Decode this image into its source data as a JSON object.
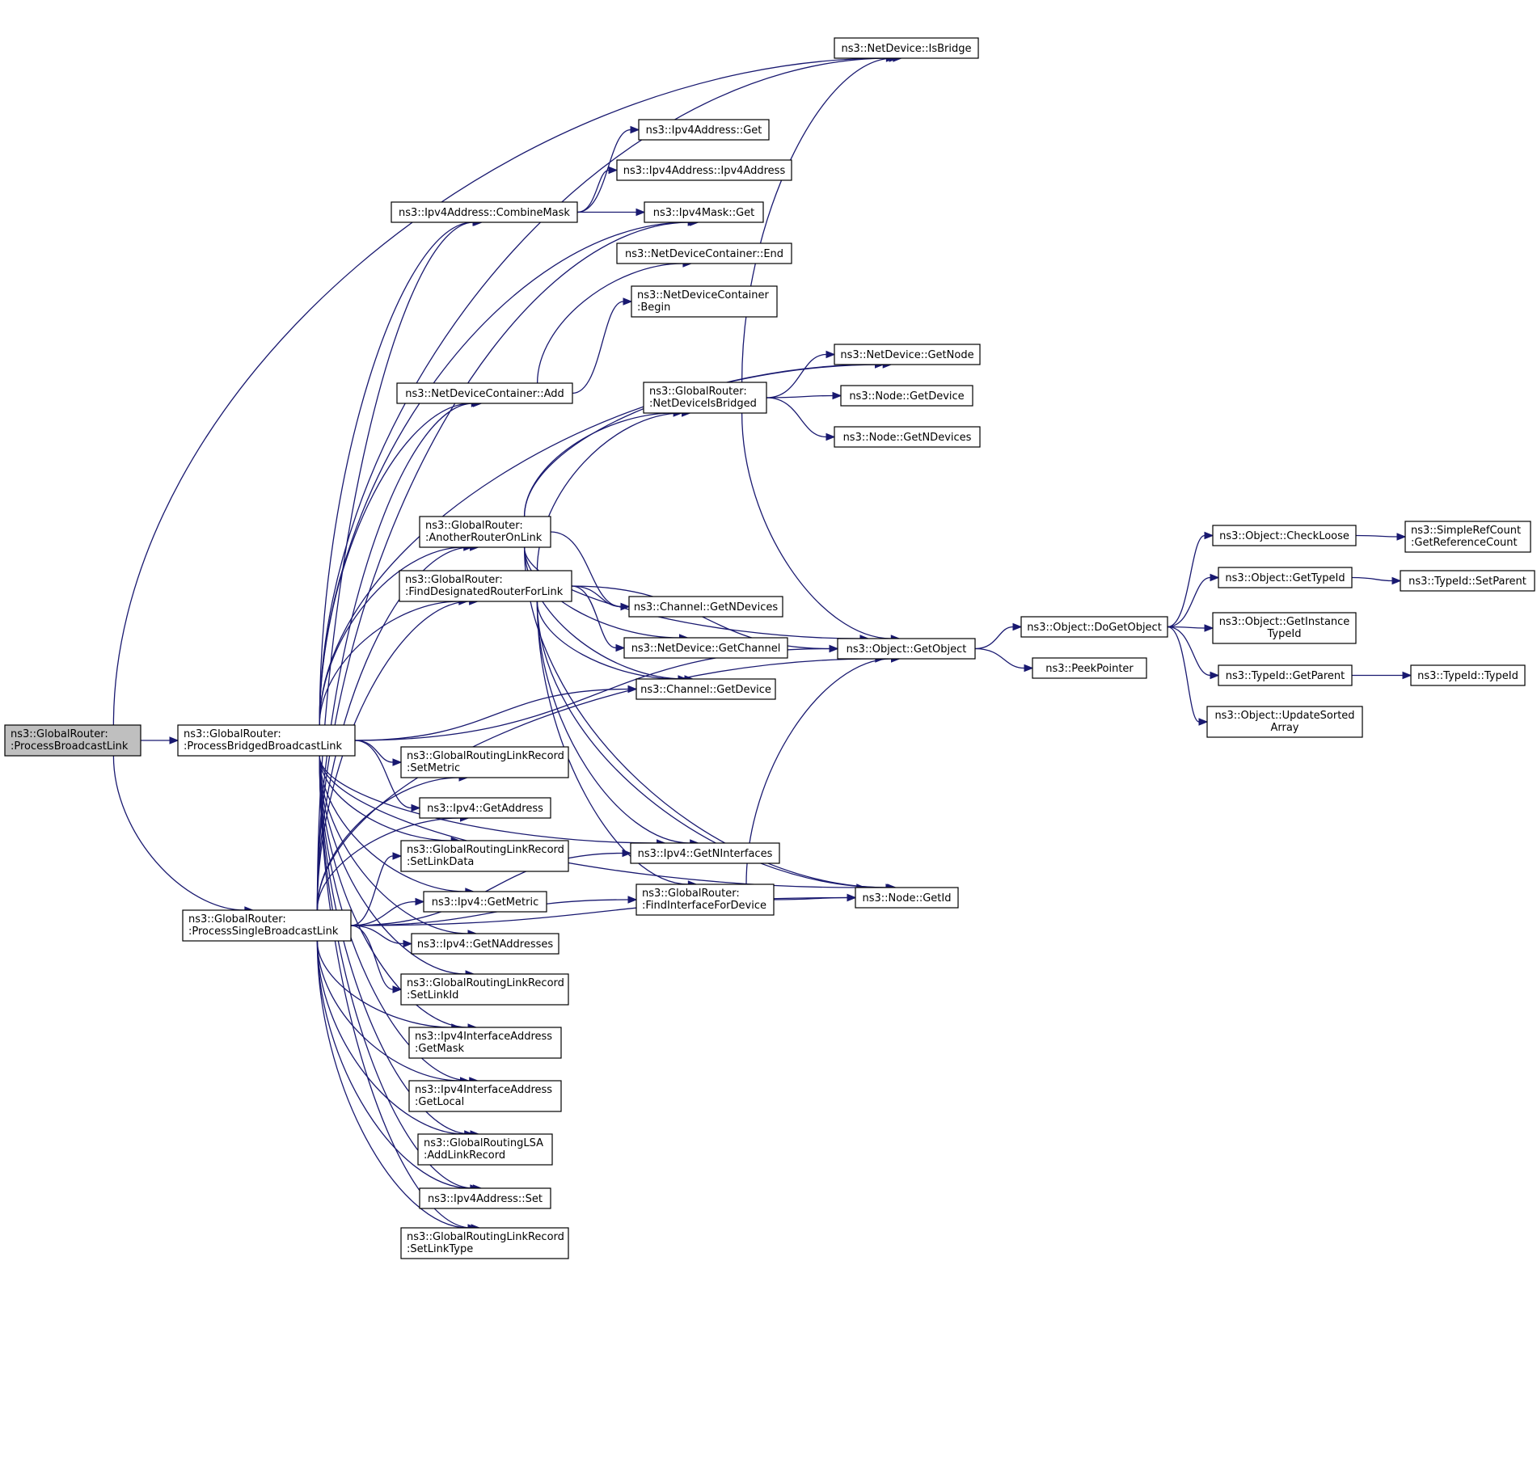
{
  "colors": {
    "edge": "#191970",
    "root_fill": "#bfbfbf",
    "node_fill": "#ffffff",
    "border": "#000000"
  },
  "nodes": [
    {
      "id": "root",
      "lines": [
        "ns3::GlobalRouter:",
        ":ProcessBroadcastLink"
      ],
      "root": true
    },
    {
      "id": "pbbl",
      "lines": [
        "ns3::GlobalRouter:",
        ":ProcessBridgedBroadcastLink"
      ]
    },
    {
      "id": "psbl",
      "lines": [
        "ns3::GlobalRouter:",
        ":ProcessSingleBroadcastLink"
      ]
    },
    {
      "id": "isbridge",
      "lines": [
        "ns3::NetDevice::IsBridge"
      ]
    },
    {
      "id": "ipv4aget",
      "lines": [
        "ns3::Ipv4Address::Get"
      ]
    },
    {
      "id": "ipv4actor",
      "lines": [
        "ns3::Ipv4Address::Ipv4Address"
      ]
    },
    {
      "id": "combinemask",
      "lines": [
        "ns3::Ipv4Address::CombineMask"
      ]
    },
    {
      "id": "ipv4maskget",
      "lines": [
        "ns3::Ipv4Mask::Get"
      ]
    },
    {
      "id": "ndcend",
      "lines": [
        "ns3::NetDeviceContainer::End"
      ]
    },
    {
      "id": "ndcbegin",
      "lines": [
        "ns3::NetDeviceContainer",
        ":Begin"
      ]
    },
    {
      "id": "ndgetnode",
      "lines": [
        "ns3::NetDevice::GetNode"
      ]
    },
    {
      "id": "ndcadd",
      "lines": [
        "ns3::NetDeviceContainer::Add"
      ]
    },
    {
      "id": "ndisbridged",
      "lines": [
        "ns3::GlobalRouter:",
        ":NetDeviceIsBridged"
      ]
    },
    {
      "id": "nodegetdevice",
      "lines": [
        "ns3::Node::GetDevice"
      ]
    },
    {
      "id": "nodegetndevices",
      "lines": [
        "ns3::Node::GetNDevices"
      ]
    },
    {
      "id": "anotherrouter",
      "lines": [
        "ns3::GlobalRouter:",
        ":AnotherRouterOnLink"
      ]
    },
    {
      "id": "finddr",
      "lines": [
        "ns3::GlobalRouter:",
        ":FindDesignatedRouterForLink"
      ]
    },
    {
      "id": "chgetndevices",
      "lines": [
        "ns3::Channel::GetNDevices"
      ]
    },
    {
      "id": "ndgetchannel",
      "lines": [
        "ns3::NetDevice::GetChannel"
      ]
    },
    {
      "id": "chgetdevice",
      "lines": [
        "ns3::Channel::GetDevice"
      ]
    },
    {
      "id": "getobject",
      "lines": [
        "ns3::Object::GetObject"
      ]
    },
    {
      "id": "peekpointer",
      "lines": [
        "ns3::PeekPointer"
      ]
    },
    {
      "id": "dogetobject",
      "lines": [
        "ns3::Object::DoGetObject"
      ]
    },
    {
      "id": "checkloose",
      "lines": [
        "ns3::Object::CheckLoose"
      ]
    },
    {
      "id": "getrefcount",
      "lines": [
        "ns3::SimpleRefCount",
        ":GetReferenceCount"
      ]
    },
    {
      "id": "gettypeid",
      "lines": [
        "ns3::Object::GetTypeId"
      ]
    },
    {
      "id": "setparent",
      "lines": [
        "ns3::TypeId::SetParent"
      ]
    },
    {
      "id": "getinstance",
      "lines": [
        "ns3::Object::GetInstance",
        "TypeId"
      ]
    },
    {
      "id": "getparent",
      "lines": [
        "ns3::TypeId::GetParent"
      ]
    },
    {
      "id": "typeid",
      "lines": [
        "ns3::TypeId::TypeId"
      ]
    },
    {
      "id": "updatesorted",
      "lines": [
        "ns3::Object::UpdateSorted",
        "Array"
      ]
    },
    {
      "id": "setmetric",
      "lines": [
        "ns3::GlobalRoutingLinkRecord",
        ":SetMetric"
      ]
    },
    {
      "id": "ipv4getaddress",
      "lines": [
        "ns3::Ipv4::GetAddress"
      ]
    },
    {
      "id": "setlinkdata",
      "lines": [
        "ns3::GlobalRoutingLinkRecord",
        ":SetLinkData"
      ]
    },
    {
      "id": "ipv4getmetric",
      "lines": [
        "ns3::Ipv4::GetMetric"
      ]
    },
    {
      "id": "ipv4getnaddr",
      "lines": [
        "ns3::Ipv4::GetNAddresses"
      ]
    },
    {
      "id": "setlinkid",
      "lines": [
        "ns3::GlobalRoutingLinkRecord",
        ":SetLinkId"
      ]
    },
    {
      "id": "getmask",
      "lines": [
        "ns3::Ipv4InterfaceAddress",
        ":GetMask"
      ]
    },
    {
      "id": "getlocal",
      "lines": [
        "ns3::Ipv4InterfaceAddress",
        ":GetLocal"
      ]
    },
    {
      "id": "addlinkrecord",
      "lines": [
        "ns3::GlobalRoutingLSA",
        ":AddLinkRecord"
      ]
    },
    {
      "id": "ipv4aset",
      "lines": [
        "ns3::Ipv4Address::Set"
      ]
    },
    {
      "id": "setlinktype",
      "lines": [
        "ns3::GlobalRoutingLinkRecord",
        ":SetLinkType"
      ]
    },
    {
      "id": "ipv4getnintf",
      "lines": [
        "ns3::Ipv4::GetNInterfaces"
      ]
    },
    {
      "id": "findintf",
      "lines": [
        "ns3::GlobalRouter:",
        ":FindInterfaceForDevice"
      ]
    },
    {
      "id": "nodegetid",
      "lines": [
        "ns3::Node::GetId"
      ]
    }
  ],
  "edges": [
    [
      "root",
      "pbbl"
    ],
    [
      "root",
      "psbl"
    ],
    [
      "root",
      "isbridge"
    ],
    [
      "pbbl",
      "isbridge"
    ],
    [
      "pbbl",
      "ndgetnode"
    ],
    [
      "pbbl",
      "combinemask"
    ],
    [
      "pbbl",
      "ipv4maskget"
    ],
    [
      "pbbl",
      "ndcadd"
    ],
    [
      "pbbl",
      "anotherrouter"
    ],
    [
      "pbbl",
      "finddr"
    ],
    [
      "pbbl",
      "getobject"
    ],
    [
      "pbbl",
      "chgetdevice"
    ],
    [
      "pbbl",
      "ipv4getnintf"
    ],
    [
      "pbbl",
      "nodegetid"
    ],
    [
      "pbbl",
      "setmetric"
    ],
    [
      "pbbl",
      "ipv4getaddress"
    ],
    [
      "pbbl",
      "setlinkdata"
    ],
    [
      "pbbl",
      "ipv4getmetric"
    ],
    [
      "pbbl",
      "ipv4getnaddr"
    ],
    [
      "pbbl",
      "setlinkid"
    ],
    [
      "pbbl",
      "getmask"
    ],
    [
      "pbbl",
      "getlocal"
    ],
    [
      "pbbl",
      "addlinkrecord"
    ],
    [
      "pbbl",
      "ipv4aset"
    ],
    [
      "pbbl",
      "setlinktype"
    ],
    [
      "psbl",
      "combinemask"
    ],
    [
      "psbl",
      "ipv4maskget"
    ],
    [
      "psbl",
      "ndcadd"
    ],
    [
      "psbl",
      "anotherrouter"
    ],
    [
      "psbl",
      "finddr"
    ],
    [
      "psbl",
      "setmetric"
    ],
    [
      "psbl",
      "ipv4getaddress"
    ],
    [
      "psbl",
      "setlinkdata"
    ],
    [
      "psbl",
      "ipv4getmetric"
    ],
    [
      "psbl",
      "ipv4getnaddr"
    ],
    [
      "psbl",
      "setlinkid"
    ],
    [
      "psbl",
      "getmask"
    ],
    [
      "psbl",
      "getlocal"
    ],
    [
      "psbl",
      "addlinkrecord"
    ],
    [
      "psbl",
      "ipv4aset"
    ],
    [
      "psbl",
      "setlinktype"
    ],
    [
      "psbl",
      "ipv4getnintf"
    ],
    [
      "psbl",
      "findintf"
    ],
    [
      "psbl",
      "getobject"
    ],
    [
      "psbl",
      "nodegetid"
    ],
    [
      "combinemask",
      "ipv4aget"
    ],
    [
      "combinemask",
      "ipv4actor"
    ],
    [
      "combinemask",
      "ipv4maskget"
    ],
    [
      "ndcadd",
      "ndcend"
    ],
    [
      "ndcadd",
      "ndcbegin"
    ],
    [
      "ndisbridged",
      "isbridge"
    ],
    [
      "ndisbridged",
      "ndgetnode"
    ],
    [
      "ndisbridged",
      "nodegetdevice"
    ],
    [
      "ndisbridged",
      "nodegetndevices"
    ],
    [
      "ndisbridged",
      "getobject"
    ],
    [
      "anotherrouter",
      "ndisbridged"
    ],
    [
      "anotherrouter",
      "ndgetnode"
    ],
    [
      "anotherrouter",
      "chgetndevices"
    ],
    [
      "anotherrouter",
      "ndgetchannel"
    ],
    [
      "anotherrouter",
      "chgetdevice"
    ],
    [
      "anotherrouter",
      "getobject"
    ],
    [
      "anotherrouter",
      "nodegetid"
    ],
    [
      "finddr",
      "ndisbridged"
    ],
    [
      "finddr",
      "chgetndevices"
    ],
    [
      "finddr",
      "ndgetchannel"
    ],
    [
      "finddr",
      "chgetdevice"
    ],
    [
      "finddr",
      "ipv4getnintf"
    ],
    [
      "finddr",
      "findintf"
    ],
    [
      "finddr",
      "nodegetid"
    ],
    [
      "finddr",
      "getobject"
    ],
    [
      "findintf",
      "getobject"
    ],
    [
      "findintf",
      "nodegetid"
    ],
    [
      "getobject",
      "dogetobject"
    ],
    [
      "getobject",
      "peekpointer"
    ],
    [
      "dogetobject",
      "checkloose"
    ],
    [
      "dogetobject",
      "gettypeid"
    ],
    [
      "dogetobject",
      "getinstance"
    ],
    [
      "dogetobject",
      "getparent"
    ],
    [
      "dogetobject",
      "updatesorted"
    ],
    [
      "checkloose",
      "getrefcount"
    ],
    [
      "gettypeid",
      "setparent"
    ],
    [
      "getparent",
      "typeid"
    ]
  ]
}
